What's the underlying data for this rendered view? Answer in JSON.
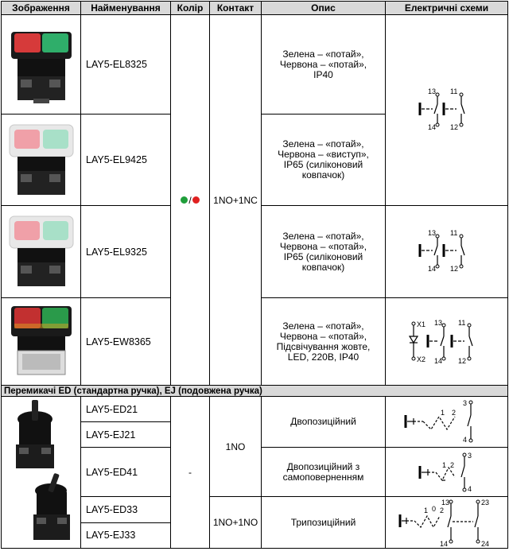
{
  "headers": {
    "image": "Зображення",
    "name": "Найменування",
    "color": "Колір",
    "contact": "Контакт",
    "description": "Опис",
    "schemes": "Електричні схеми"
  },
  "group1": {
    "color_slash": "/",
    "contact": "1NO+1NC",
    "colors": {
      "green": "#1f9e3a",
      "red": "#e02020"
    },
    "rows": [
      {
        "name": "LAY5-EL8325",
        "desc": [
          "Зелена – «потай»,",
          "Червона – «потай»,",
          "IP40"
        ]
      },
      {
        "name": "LAY5-EL9425",
        "desc": [
          "Зелена – «потай»,",
          "Червона – «виступ»,",
          "IP65 (силіконовий",
          "ковпачок)"
        ]
      },
      {
        "name": "LAY5-EL9325",
        "desc": [
          "Зелена – «потай»,",
          "Червона – «потай»,",
          "IP65 (силіконовий",
          "ковпачок)"
        ]
      },
      {
        "name": "LAY5-EW8365",
        "desc": [
          "Зелена – «потай»,",
          "Червона – «потай»,",
          "Підсвічування жовте,",
          "LED, 220В, IP40"
        ]
      }
    ],
    "scheme_labels": {
      "t13": "13",
      "t14": "14",
      "t11": "11",
      "t12": "12",
      "x1": "X1",
      "x2": "X2"
    }
  },
  "section_title": "Перемикачі ED (стандартна ручка), EJ (подовжена ручка)",
  "group2": {
    "color": "-",
    "names": [
      "LAY5-ED21",
      "LAY5-EJ21",
      "LAY5-ED41",
      "LAY5-ED33",
      "LAY5-EJ33"
    ],
    "contact_a": "1NO",
    "contact_b": "1NO+1NO",
    "desc_a": "Двопозиційний",
    "desc_b": [
      "Двопозиційний з",
      "самоповерненням"
    ],
    "desc_c": "Трипозиційний",
    "scheme_labels": {
      "n1": "1",
      "n2": "2",
      "n3": "3",
      "n4": "4",
      "n0": "0",
      "t13": "13",
      "t14": "14",
      "t23": "23",
      "t24": "24"
    }
  }
}
